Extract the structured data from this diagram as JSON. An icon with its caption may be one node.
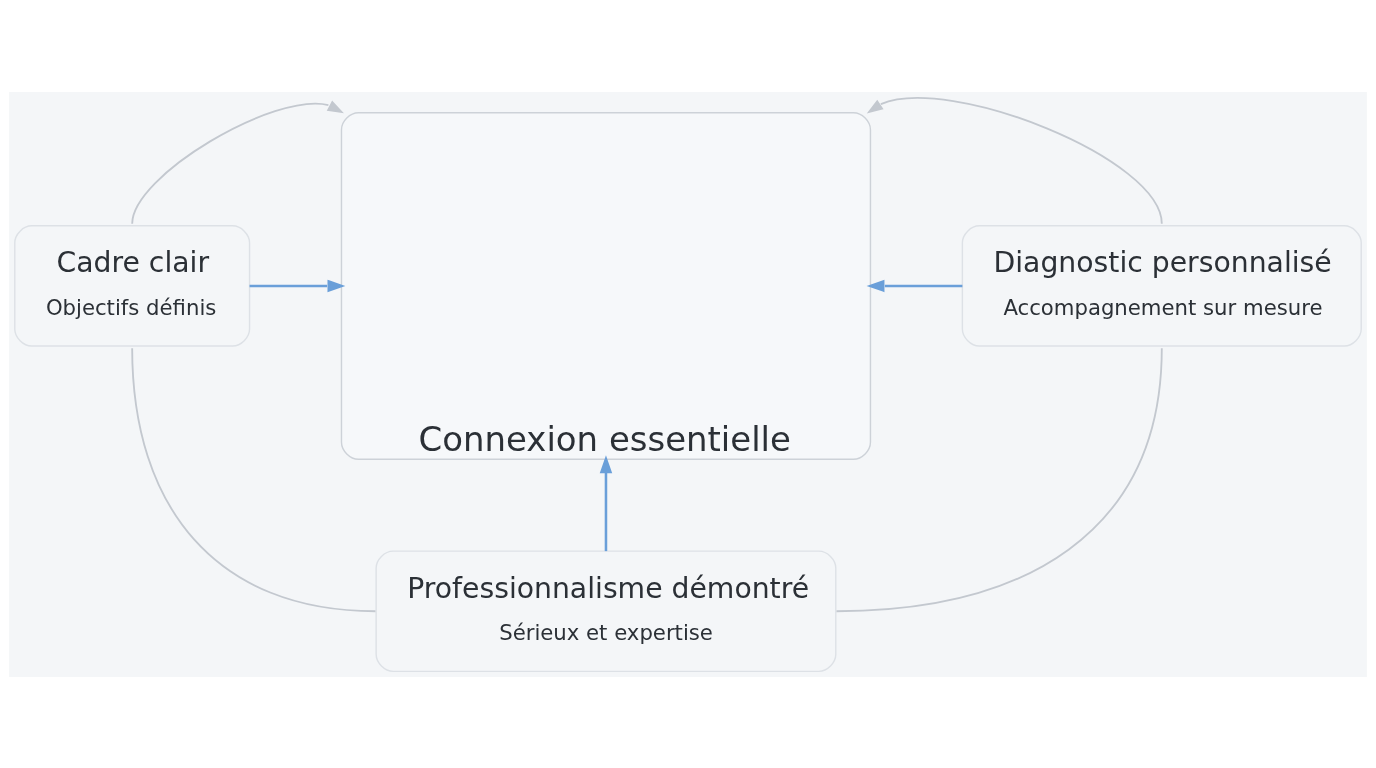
{
  "diagram": {
    "nodes": [
      {
        "text": [
          "Connexion essentielle"
        ]
      },
      {
        "text": [
          "Cadre clair",
          "Objectifs définis"
        ]
      },
      {
        "text": [
          "Diagnostic personnalisé",
          "Accompagnement sur mesure"
        ]
      },
      {
        "text": [
          "Professionnalisme démontré",
          "Sérieux et expertise"
        ]
      }
    ],
    "edges": [
      {
        "from": 1,
        "to": 0,
        "arrow": "to"
      },
      {
        "from": 1,
        "to": 0,
        "arrow": "to",
        "color": "#6a9fd9"
      },
      {
        "from": 2,
        "to": 0,
        "arrow": "to"
      },
      {
        "from": 2,
        "to": 0,
        "arrow": "to",
        "color": "#6a9fd9"
      },
      {
        "from": 3,
        "to": 0,
        "arrow": "to",
        "color": "#6a9fd9"
      },
      {
        "from": 1,
        "to": 3,
        "arrow": "none"
      },
      {
        "from": 2,
        "to": 3,
        "arrow": "none"
      }
    ]
  }
}
